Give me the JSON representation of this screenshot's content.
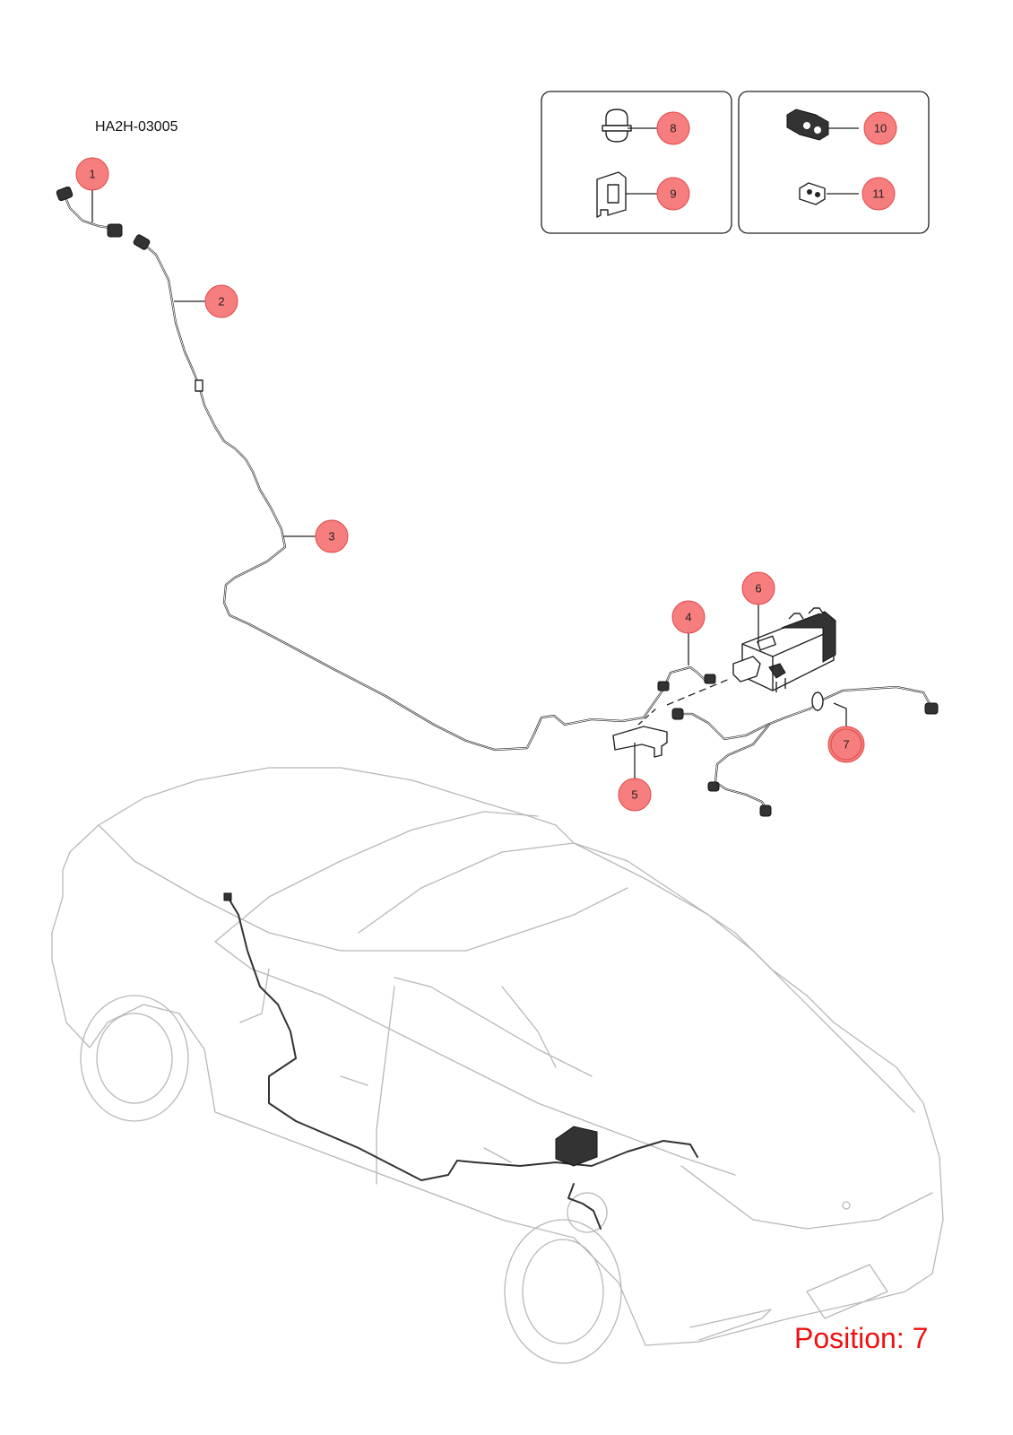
{
  "diagram": {
    "code": "HA2H-03005",
    "position_label": "Position: 7",
    "highlighted_callout": "7",
    "colors": {
      "callout_fill": "#f77e7e",
      "highlight_ring": "#1d1dff",
      "position_text": "#ee1111",
      "car_outline": "#b8b8b8"
    },
    "callouts": [
      {
        "id": "1",
        "label": "1"
      },
      {
        "id": "2",
        "label": "2"
      },
      {
        "id": "3",
        "label": "3"
      },
      {
        "id": "4",
        "label": "4"
      },
      {
        "id": "5",
        "label": "5"
      },
      {
        "id": "6",
        "label": "6"
      },
      {
        "id": "7",
        "label": "7"
      },
      {
        "id": "8",
        "label": "8"
      },
      {
        "id": "9",
        "label": "9"
      },
      {
        "id": "10",
        "label": "10"
      },
      {
        "id": "11",
        "label": "11"
      }
    ]
  }
}
